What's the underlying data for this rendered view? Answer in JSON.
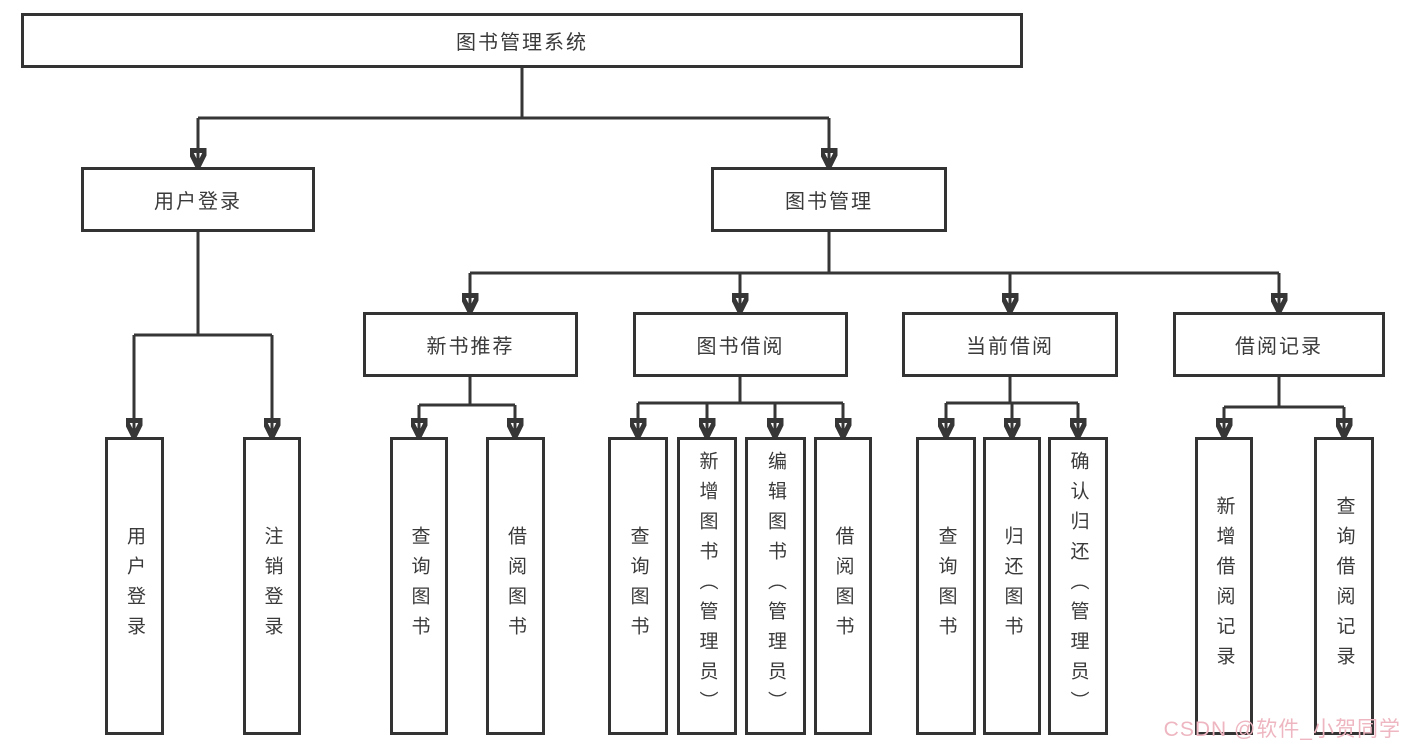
{
  "tree": {
    "label": "图书管理系统",
    "children": [
      {
        "label": "用户登录",
        "children": [
          {
            "label": "用户登录"
          },
          {
            "label": "注销登录"
          }
        ]
      },
      {
        "label": "图书管理",
        "children": [
          {
            "label": "新书推荐",
            "children": [
              {
                "label": "查询图书"
              },
              {
                "label": "借阅图书"
              }
            ]
          },
          {
            "label": "图书借阅",
            "children": [
              {
                "label": "查询图书"
              },
              {
                "label": "新增图书（管理员）"
              },
              {
                "label": "编辑图书（管理员）"
              },
              {
                "label": "借阅图书"
              }
            ]
          },
          {
            "label": "当前借阅",
            "children": [
              {
                "label": "查询图书"
              },
              {
                "label": "归还图书"
              },
              {
                "label": "确认归还（管理员）"
              }
            ]
          },
          {
            "label": "借阅记录",
            "children": [
              {
                "label": "新增借阅记录"
              },
              {
                "label": "查询借阅记录"
              }
            ]
          }
        ]
      }
    ]
  },
  "watermark": {
    "text": "CSDN @软件_小贺同学",
    "color": "#eeb6c0"
  },
  "colors": {
    "line": "#363636",
    "border": "#333333",
    "box_fill": "#ffffff",
    "text": "#3a3a3a"
  }
}
